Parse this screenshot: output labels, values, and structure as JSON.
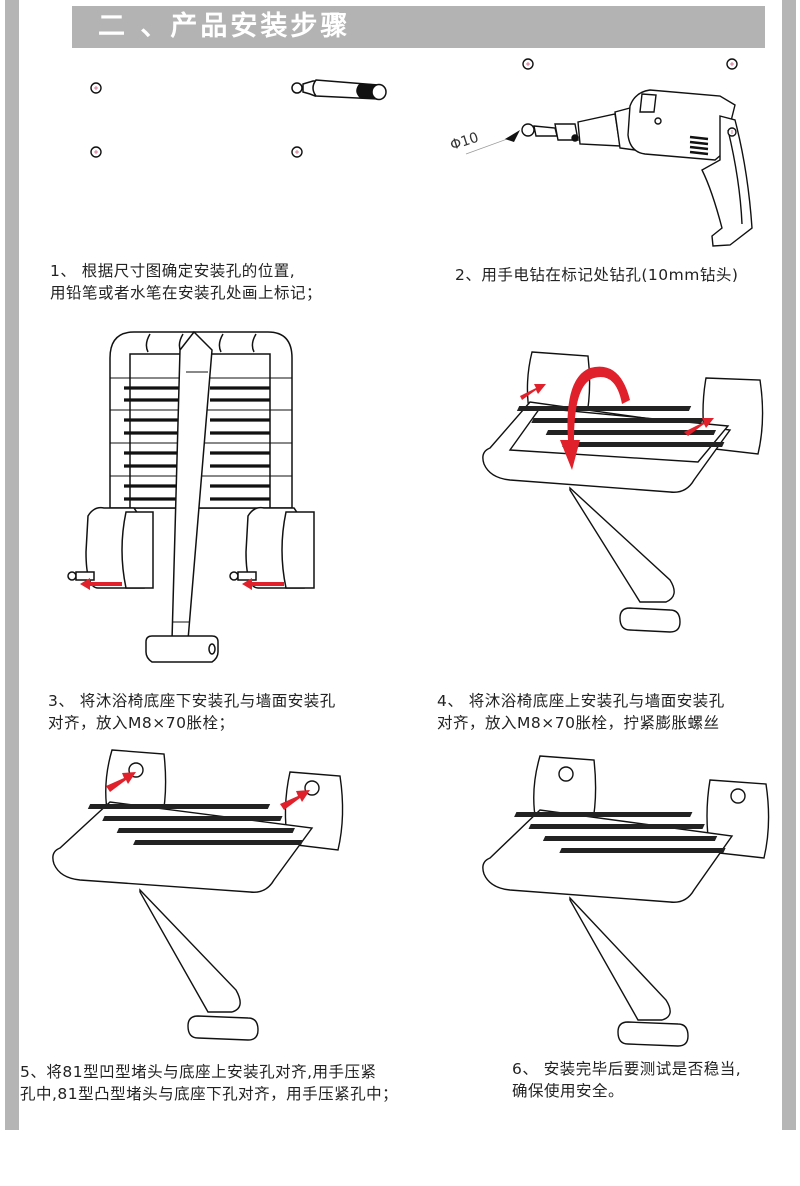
{
  "section": {
    "title": "二 、产品安装步骤"
  },
  "colors": {
    "banner": "#b3b3b3",
    "side_bars": "#b5b5b5",
    "arrow_red": "#e0202a",
    "line": "#111111"
  },
  "steps": [
    {
      "number": "1",
      "lines": [
        "1、 根据尺寸图确定安装孔的位置,",
        "用铅笔或者水笔在安装孔处画上标记；"
      ],
      "illustration": "marker-pen-and-hole-marks"
    },
    {
      "number": "2",
      "lines": [
        "2、用手电钻在标记处钻孔(10mm钻头)"
      ],
      "illustration": "electric-drill",
      "drill_label": "Φ10"
    },
    {
      "number": "3",
      "lines": [
        "3、 将沐浴椅底座下安装孔与墙面安装孔",
        " 对齐，放入M8×70胀栓；"
      ],
      "illustration": "folded-chair-front-view"
    },
    {
      "number": "4",
      "lines": [
        "4、 将沐浴椅底座上安装孔与墙面安装孔",
        " 对齐，放入M8×70胀栓，拧紧膨胀螺丝"
      ],
      "illustration": "chair-unfold-with-bolts"
    },
    {
      "number": "5",
      "lines": [
        "5、将81型凹型堵头与底座上安装孔对齐,用手压紧",
        "孔中,81型凸型堵头与底座下孔对齐，用手压紧孔中；"
      ],
      "illustration": "chair-insert-caps"
    },
    {
      "number": "6",
      "lines": [
        "6、 安装完毕后要测试是否稳当,",
        "确保使用安全。"
      ],
      "illustration": "chair-installed"
    }
  ]
}
